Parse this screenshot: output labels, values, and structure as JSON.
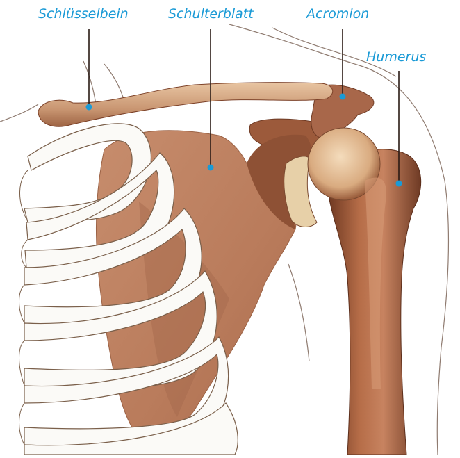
{
  "labels": {
    "clavicle": "Schlüsselbein",
    "scapula": "Schulterblatt",
    "acromion": "Acromion",
    "humerus": "Humerus"
  },
  "colors": {
    "label_text": "#1a9ad6",
    "leader_line": "#2a1a14",
    "bone": "#b4744f",
    "bone_dark": "#7c4128",
    "bone_light": "#e9c9a6",
    "rib": "#fbfaf7",
    "rib_outline": "#7a5f4a",
    "skin_outline": "#8f7b70",
    "background": "#ffffff"
  }
}
